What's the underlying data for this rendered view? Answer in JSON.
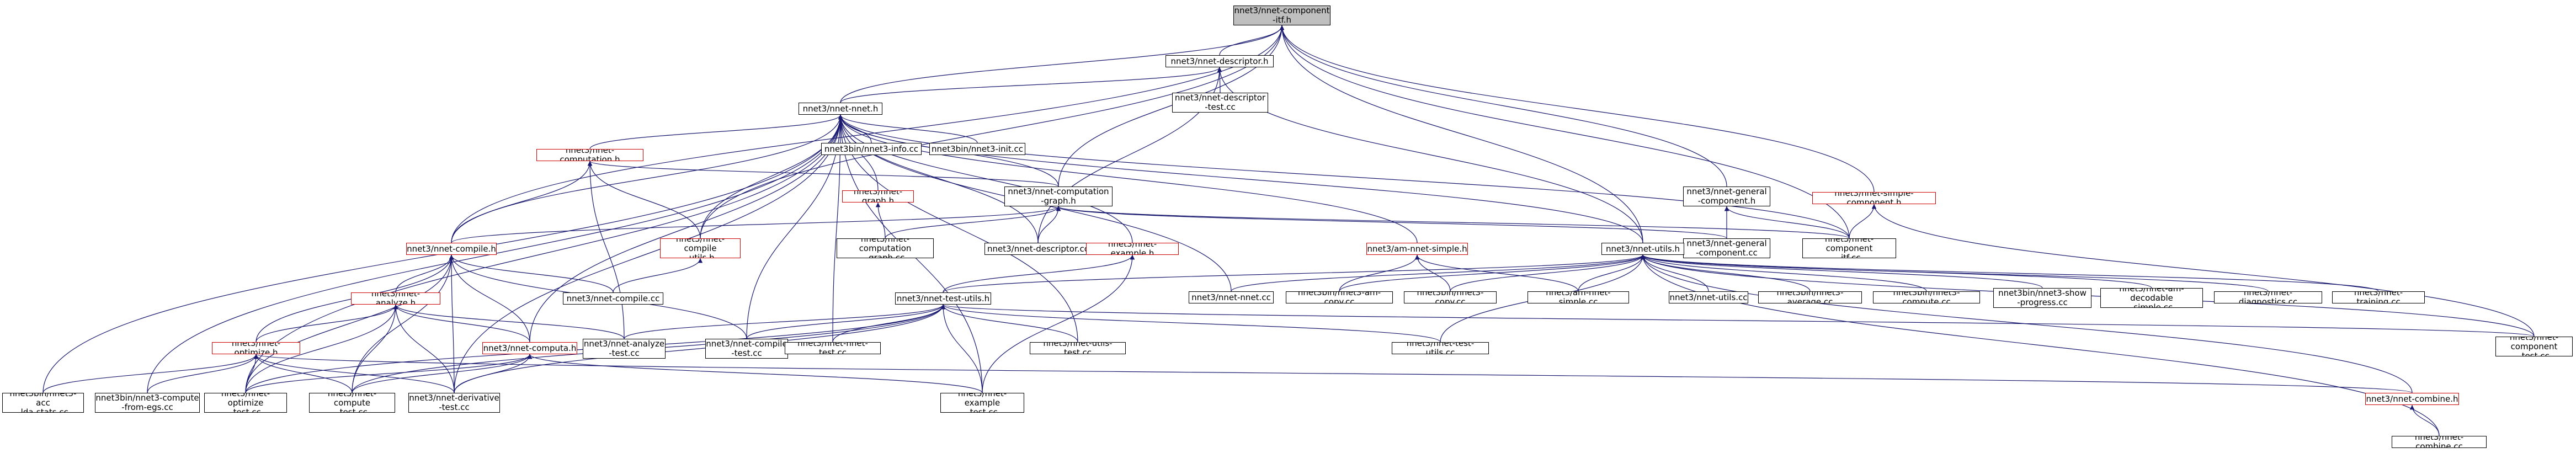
{
  "graph": {
    "nodes": [
      {
        "id": "component",
        "label": "nnet3/nnet-component\n-itf.h",
        "style": "focus"
      },
      {
        "id": "descriptor_h",
        "label": "nnet3/nnet-descriptor.h",
        "style": "normal"
      },
      {
        "id": "descriptor_test",
        "label": "nnet3/nnet-descriptor\n-test.cc",
        "style": "normal"
      },
      {
        "id": "nnet_h",
        "label": "nnet3/nnet-nnet.h",
        "style": "normal"
      },
      {
        "id": "nnet3_info",
        "label": "nnet3bin/nnet3-info.cc",
        "style": "normal"
      },
      {
        "id": "nnet3_init",
        "label": "nnet3bin/nnet3-init.cc",
        "style": "normal"
      },
      {
        "id": "computation_h",
        "label": "nnet3/nnet-computation.h",
        "style": "red"
      },
      {
        "id": "graph_h",
        "label": "nnet3/nnet-graph.h",
        "style": "red"
      },
      {
        "id": "comp_graph_h",
        "label": "nnet3/nnet-computation\n-graph.h",
        "style": "normal"
      },
      {
        "id": "comp_graph_cc",
        "label": "nnet3/nnet-computation\n-graph.cc",
        "style": "normal"
      },
      {
        "id": "descriptor_cc",
        "label": "nnet3/nnet-descriptor.cc",
        "style": "normal"
      },
      {
        "id": "compile_h",
        "label": "nnet3/nnet-compile.h",
        "style": "red"
      },
      {
        "id": "compile_utils_h",
        "label": "nnet3/nnet-compile\n-utils.h",
        "style": "red"
      },
      {
        "id": "compile_cc",
        "label": "nnet3/nnet-compile.cc",
        "style": "normal"
      },
      {
        "id": "example_h",
        "label": "nnet3/nnet-example.h",
        "style": "red"
      },
      {
        "id": "am_nnet_simple_h",
        "label": "nnet3/am-nnet-simple.h",
        "style": "red"
      },
      {
        "id": "general_comp_h",
        "label": "nnet3/nnet-general\n-component.h",
        "style": "normal"
      },
      {
        "id": "simple_comp_h",
        "label": "nnet3/nnet-simple-component.h",
        "style": "red"
      },
      {
        "id": "general_comp_cc",
        "label": "nnet3/nnet-general\n-component.cc",
        "style": "normal"
      },
      {
        "id": "component_cc",
        "label": "nnet3/nnet-component\n-itf.cc",
        "style": "normal"
      },
      {
        "id": "utils_h",
        "label": "nnet3/nnet-utils.h",
        "style": "normal"
      },
      {
        "id": "analyze_h",
        "label": "nnet3/nnet-analyze.h",
        "style": "red"
      },
      {
        "id": "test_utils_h",
        "label": "nnet3/nnet-test-utils.h",
        "style": "normal"
      },
      {
        "id": "nnet_cc",
        "label": "nnet3/nnet-nnet.cc",
        "style": "normal"
      },
      {
        "id": "am_copy",
        "label": "nnet3bin/nnet3-am-copy.cc",
        "style": "normal"
      },
      {
        "id": "nnet3_copy",
        "label": "nnet3bin/nnet3-copy.cc",
        "style": "normal"
      },
      {
        "id": "am_nnet_simple_cc",
        "label": "nnet3/am-nnet-simple.cc",
        "style": "normal"
      },
      {
        "id": "utils_cc",
        "label": "nnet3/nnet-utils.cc",
        "style": "normal"
      },
      {
        "id": "nnet3_average",
        "label": "nnet3bin/nnet3-average.cc",
        "style": "normal"
      },
      {
        "id": "nnet3_compute",
        "label": "nnet3bin/nnet3-compute.cc",
        "style": "normal"
      },
      {
        "id": "show_progress",
        "label": "nnet3bin/nnet3-show\n-progress.cc",
        "style": "normal"
      },
      {
        "id": "am_decodable",
        "label": "nnet3/nnet-am-decodable\n-simple.cc",
        "style": "normal"
      },
      {
        "id": "diagnostics",
        "label": "nnet3/nnet-diagnostics.cc",
        "style": "normal"
      },
      {
        "id": "training",
        "label": "nnet3/nnet-training.cc",
        "style": "normal"
      },
      {
        "id": "optimize_h",
        "label": "nnet3/nnet-optimize.h",
        "style": "red"
      },
      {
        "id": "computation_h2",
        "label": "nnet3/nnet-computa.h",
        "style": "red"
      },
      {
        "id": "analyze_test",
        "label": "nnet3/nnet-analyze\n-test.cc",
        "style": "normal"
      },
      {
        "id": "compile_test",
        "label": "nnet3/nnet-compile\n-test.cc",
        "style": "normal"
      },
      {
        "id": "nnet_test",
        "label": "nnet3/nnet-nnet-test.cc",
        "style": "normal"
      },
      {
        "id": "utils_test",
        "label": "nnet3/nnet-utils-test.cc",
        "style": "normal"
      },
      {
        "id": "test_utils_cc",
        "label": "nnet3/nnet-test-utils.cc",
        "style": "normal"
      },
      {
        "id": "component_test",
        "label": "nnet3/nnet-component\n-test.cc",
        "style": "normal"
      },
      {
        "id": "acc_lda",
        "label": "nnet3bin/nnet3-acc\n-lda-stats.cc",
        "style": "normal"
      },
      {
        "id": "compute_from_egs",
        "label": "nnet3bin/nnet3-compute\n-from-egs.cc",
        "style": "normal"
      },
      {
        "id": "optimize_test",
        "label": "nnet3/nnet-optimize\n-test.cc",
        "style": "normal"
      },
      {
        "id": "compute_test",
        "label": "nnet3/nnet-compute\n-test.cc",
        "style": "normal"
      },
      {
        "id": "derivative_test",
        "label": "nnet3/nnet-derivative\n-test.cc",
        "style": "normal"
      },
      {
        "id": "example_test",
        "label": "nnet3/nnet-example\n-test.cc",
        "style": "normal"
      },
      {
        "id": "combine_h",
        "label": "nnet3/nnet-combine.h",
        "style": "red"
      },
      {
        "id": "combine_cc",
        "label": "nnet3/nnet-combine.cc",
        "style": "normal"
      }
    ],
    "edges": [
      {
        "from": "component",
        "to": "descriptor_h",
        "color": "#191970"
      },
      {
        "from": "component",
        "to": "nnet_h",
        "color": "#191970"
      },
      {
        "from": "component",
        "to": "compile_h",
        "color": "#191970"
      },
      {
        "from": "component",
        "to": "compile_utils_h",
        "color": "#191970"
      },
      {
        "from": "component",
        "to": "comp_graph_h",
        "color": "#191970"
      },
      {
        "from": "component",
        "to": "utils_h",
        "color": "#191970"
      },
      {
        "from": "component",
        "to": "general_comp_h",
        "color": "#191970"
      },
      {
        "from": "component",
        "to": "simple_comp_h",
        "color": "#191970"
      },
      {
        "from": "component",
        "to": "component_cc",
        "color": "#191970"
      },
      {
        "from": "descriptor_h",
        "to": "descriptor_test",
        "color": "#191970"
      },
      {
        "from": "descriptor_h",
        "to": "nnet_h",
        "color": "#191970"
      },
      {
        "from": "descriptor_h",
        "to": "descriptor_cc",
        "color": "#191970"
      },
      {
        "from": "descriptor_h",
        "to": "utils_h",
        "color": "#191970"
      },
      {
        "from": "nnet_h",
        "to": "nnet3_info",
        "color": "#191970"
      },
      {
        "from": "nnet_h",
        "to": "nnet3_init",
        "color": "#191970"
      },
      {
        "from": "nnet_h",
        "to": "computation_h",
        "color": "#191970"
      },
      {
        "from": "nnet_h",
        "to": "graph_h",
        "color": "#191970"
      },
      {
        "from": "nnet_h",
        "to": "comp_graph_h",
        "color": "#191970"
      },
      {
        "from": "nnet_h",
        "to": "compile_h",
        "color": "#191970"
      },
      {
        "from": "nnet_h",
        "to": "compile_utils_h",
        "color": "#191970"
      },
      {
        "from": "nnet_h",
        "to": "example_h",
        "color": "#191970"
      },
      {
        "from": "nnet_h",
        "to": "am_nnet_simple_h",
        "color": "#191970"
      },
      {
        "from": "nnet_h",
        "to": "utils_h",
        "color": "#191970"
      },
      {
        "from": "nnet_h",
        "to": "nnet_cc",
        "color": "#191970"
      },
      {
        "from": "nnet_h",
        "to": "descriptor_cc",
        "color": "#191970"
      },
      {
        "from": "nnet_h",
        "to": "compile_test",
        "color": "#191970"
      },
      {
        "from": "nnet_h",
        "to": "nnet_test",
        "color": "#191970"
      },
      {
        "from": "nnet_h",
        "to": "utils_test",
        "color": "#191970"
      },
      {
        "from": "nnet_h",
        "to": "acc_lda",
        "color": "#191970"
      },
      {
        "from": "nnet_h",
        "to": "compute_from_egs",
        "color": "#191970"
      },
      {
        "from": "nnet_h",
        "to": "optimize_test",
        "color": "#191970"
      },
      {
        "from": "nnet_h",
        "to": "derivative_test",
        "color": "#191970"
      },
      {
        "from": "nnet_h",
        "to": "example_test",
        "color": "#191970"
      },
      {
        "from": "nnet_h",
        "to": "component_cc",
        "color": "#191970"
      },
      {
        "from": "nnet_h",
        "to": "computation_h2",
        "color": "#191970"
      },
      {
        "from": "computation_h",
        "to": "compile_h",
        "color": "#191970"
      },
      {
        "from": "computation_h",
        "to": "compile_utils_h",
        "color": "#191970"
      },
      {
        "from": "computation_h",
        "to": "comp_graph_h",
        "color": "#191970"
      },
      {
        "from": "computation_h",
        "to": "analyze_test",
        "color": "#191970"
      },
      {
        "from": "graph_h",
        "to": "comp_graph_cc",
        "color": "#191970"
      },
      {
        "from": "comp_graph_h",
        "to": "comp_graph_cc",
        "color": "#191970"
      },
      {
        "from": "comp_graph_h",
        "to": "descriptor_cc",
        "color": "#191970"
      },
      {
        "from": "comp_graph_h",
        "to": "compile_h",
        "color": "#191970"
      },
      {
        "from": "comp_graph_h",
        "to": "general_comp_cc",
        "color": "#191970"
      },
      {
        "from": "comp_graph_h",
        "to": "component_cc",
        "color": "#191970"
      },
      {
        "from": "compile_h",
        "to": "compile_cc",
        "color": "#191970"
      },
      {
        "from": "compile_h",
        "to": "analyze_h",
        "color": "#191970"
      },
      {
        "from": "compile_h",
        "to": "optimize_h",
        "color": "#191970"
      },
      {
        "from": "compile_h",
        "to": "computation_h2",
        "color": "#191970"
      },
      {
        "from": "compile_h",
        "to": "compile_test",
        "color": "#191970"
      },
      {
        "from": "compile_h",
        "to": "compute_test",
        "color": "#191970"
      },
      {
        "from": "compile_h",
        "to": "derivative_test",
        "color": "#191970"
      },
      {
        "from": "compile_h",
        "to": "optimize_test",
        "color": "#191970"
      },
      {
        "from": "compile_utils_h",
        "to": "compile_cc",
        "color": "#191970"
      },
      {
        "from": "example_h",
        "to": "test_utils_h",
        "color": "#191970"
      },
      {
        "from": "example_h",
        "to": "example_test",
        "color": "#191970"
      },
      {
        "from": "am_nnet_simple_h",
        "to": "am_copy",
        "color": "#191970"
      },
      {
        "from": "am_nnet_simple_h",
        "to": "am_nnet_simple_cc",
        "color": "#191970"
      },
      {
        "from": "am_nnet_simple_h",
        "to": "nnet3_copy",
        "color": "#191970"
      },
      {
        "from": "general_comp_h",
        "to": "general_comp_cc",
        "color": "#191970"
      },
      {
        "from": "general_comp_h",
        "to": "component_cc",
        "color": "#191970"
      },
      {
        "from": "simple_comp_h",
        "to": "component_cc",
        "color": "#191970"
      },
      {
        "from": "simple_comp_h",
        "to": "component_test",
        "color": "#191970"
      },
      {
        "from": "utils_h",
        "to": "test_utils_h",
        "color": "#191970"
      },
      {
        "from": "utils_h",
        "to": "nnet_cc",
        "color": "#191970"
      },
      {
        "from": "utils_h",
        "to": "am_copy",
        "color": "#191970"
      },
      {
        "from": "utils_h",
        "to": "nnet3_copy",
        "color": "#191970"
      },
      {
        "from": "utils_h",
        "to": "am_nnet_simple_cc",
        "color": "#191970"
      },
      {
        "from": "utils_h",
        "to": "utils_cc",
        "color": "#191970"
      },
      {
        "from": "utils_h",
        "to": "nnet3_average",
        "color": "#191970"
      },
      {
        "from": "utils_h",
        "to": "nnet3_compute",
        "color": "#191970"
      },
      {
        "from": "utils_h",
        "to": "show_progress",
        "color": "#191970"
      },
      {
        "from": "utils_h",
        "to": "am_decodable",
        "color": "#191970"
      },
      {
        "from": "utils_h",
        "to": "diagnostics",
        "color": "#191970"
      },
      {
        "from": "utils_h",
        "to": "training",
        "color": "#191970"
      },
      {
        "from": "utils_h",
        "to": "test_utils_cc",
        "color": "#191970"
      },
      {
        "from": "utils_h",
        "to": "combine_h",
        "color": "#191970"
      },
      {
        "from": "utils_h",
        "to": "combine_cc",
        "color": "#191970"
      },
      {
        "from": "utils_h",
        "to": "component_test",
        "color": "#191970"
      },
      {
        "from": "analyze_h",
        "to": "optimize_h",
        "color": "#191970"
      },
      {
        "from": "analyze_h",
        "to": "computation_h2",
        "color": "#191970"
      },
      {
        "from": "analyze_h",
        "to": "analyze_test",
        "color": "#191970"
      },
      {
        "from": "analyze_h",
        "to": "optimize_test",
        "color": "#191970"
      },
      {
        "from": "analyze_h",
        "to": "compute_test",
        "color": "#191970"
      },
      {
        "from": "analyze_h",
        "to": "derivative_test",
        "color": "#191970"
      },
      {
        "from": "test_utils_h",
        "to": "analyze_test",
        "color": "#191970"
      },
      {
        "from": "test_utils_h",
        "to": "compile_test",
        "color": "#191970"
      },
      {
        "from": "test_utils_h",
        "to": "nnet_test",
        "color": "#191970"
      },
      {
        "from": "test_utils_h",
        "to": "utils_test",
        "color": "#191970"
      },
      {
        "from": "test_utils_h",
        "to": "test_utils_cc",
        "color": "#191970"
      },
      {
        "from": "test_utils_h",
        "to": "component_test",
        "color": "#191970"
      },
      {
        "from": "test_utils_h",
        "to": "optimize_test",
        "color": "#191970"
      },
      {
        "from": "test_utils_h",
        "to": "compute_test",
        "color": "#191970"
      },
      {
        "from": "test_utils_h",
        "to": "derivative_test",
        "color": "#191970"
      },
      {
        "from": "test_utils_h",
        "to": "example_test",
        "color": "#191970"
      },
      {
        "from": "optimize_h",
        "to": "acc_lda",
        "color": "#191970"
      },
      {
        "from": "optimize_h",
        "to": "compute_from_egs",
        "color": "#191970"
      },
      {
        "from": "optimize_h",
        "to": "optimize_test",
        "color": "#191970"
      },
      {
        "from": "optimize_h",
        "to": "compute_test",
        "color": "#191970"
      },
      {
        "from": "optimize_h",
        "to": "derivative_test",
        "color": "#191970"
      },
      {
        "from": "optimize_h",
        "to": "combine_h",
        "color": "#191970"
      },
      {
        "from": "computation_h2",
        "to": "optimize_test",
        "color": "#191970"
      },
      {
        "from": "computation_h2",
        "to": "compute_test",
        "color": "#191970"
      },
      {
        "from": "computation_h2",
        "to": "derivative_test",
        "color": "#191970"
      },
      {
        "from": "computation_h2",
        "to": "example_test",
        "color": "#191970"
      },
      {
        "from": "combine_h",
        "to": "combine_cc",
        "color": "#191970"
      }
    ]
  }
}
